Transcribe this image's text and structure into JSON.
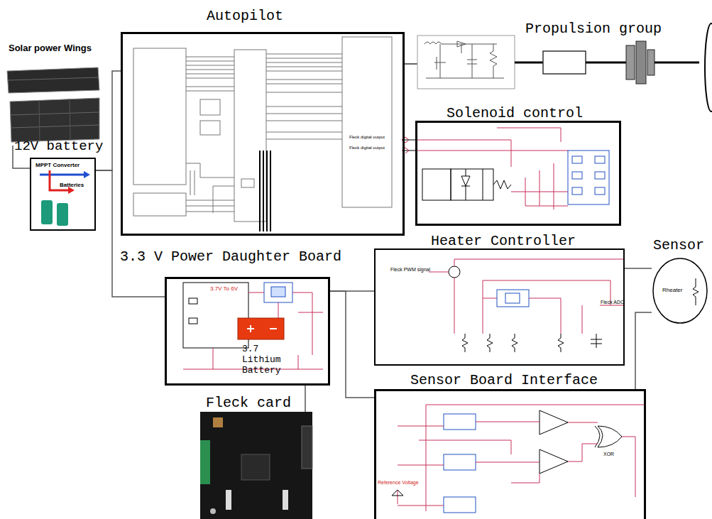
{
  "diagram": {
    "nodes": [
      {
        "text": [
          "Solar power Wings"
        ]
      },
      {
        "text": [
          "12V battery",
          "MPPT Converter",
          "Batteries"
        ]
      },
      {
        "text": [
          "Autopilot"
        ]
      },
      {
        "text": [
          "Solenoid control"
        ]
      },
      {
        "text": [
          "Heater Controller"
        ]
      },
      {
        "text": [
          "Sensor",
          "Rheater"
        ]
      },
      {
        "text": [
          "3.3 V Power Daughter Board",
          "3.7 Lithium Battery"
        ]
      },
      {
        "text": [
          "Fleck card"
        ]
      },
      {
        "text": [
          "Sensor Board Interface"
        ]
      }
    ],
    "edges": [
      {
        "from": 0,
        "to": 1,
        "arrow": "none"
      },
      {
        "from": 1,
        "to": 2,
        "arrow": "none"
      },
      {
        "from": 1,
        "to": 6,
        "arrow": "none"
      },
      {
        "from": 2,
        "to": 3,
        "arrow": "none"
      },
      {
        "from": 6,
        "to": 4,
        "arrow": "none"
      },
      {
        "from": 6,
        "to": 8,
        "arrow": "none"
      },
      {
        "from": 4,
        "to": 5,
        "arrow": "none"
      },
      {
        "from": 5,
        "to": 8,
        "arrow": "none"
      },
      {
        "from": 7,
        "to": 6,
        "arrow": "none"
      }
    ],
    "labels": [
      "Propulsion group",
      "Fleck digital output",
      "Fleck digital output",
      "Fleck PWM signal",
      "Fleck ADC",
      "3.7V To 6V",
      "Reference Voltage",
      "XOR"
    ]
  }
}
